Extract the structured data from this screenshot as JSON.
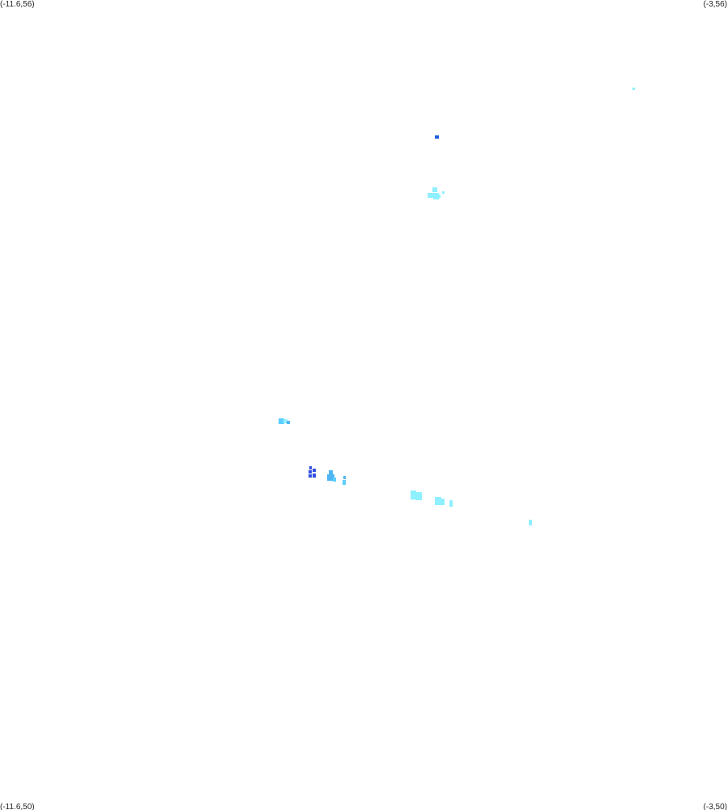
{
  "corners": {
    "top_left": "(-11.6,56)",
    "top_right": "(-3,56)",
    "bottom_left": "(-11.6,50)",
    "bottom_right": "(-3,50)"
  },
  "colors": {
    "background": "#ffffff",
    "light_cyan": "#8ff0ff",
    "cyan": "#5ccfff",
    "sky_blue": "#4fb6f2",
    "deep_blue": "#2f4fe0",
    "royal_blue": "#1f5fe0"
  }
}
